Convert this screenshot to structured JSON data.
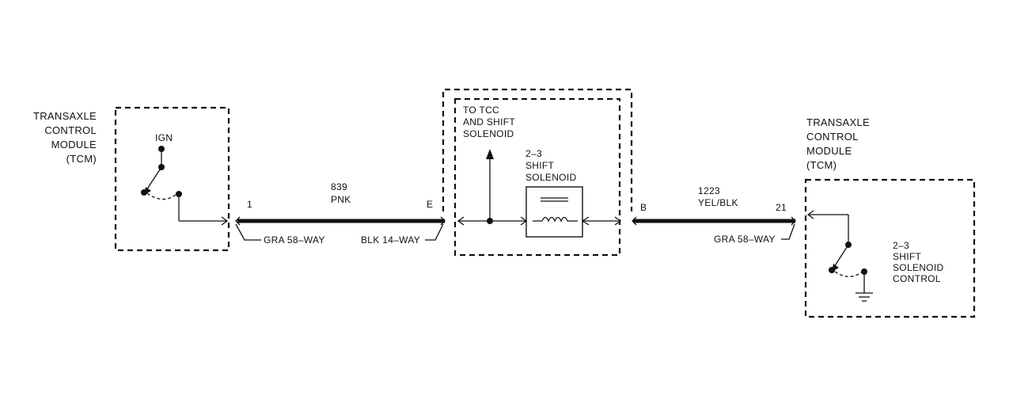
{
  "left_module": {
    "title_lines": [
      "TRANSAXLE",
      "CONTROL",
      "MODULE",
      "(TCM)"
    ],
    "ign_label": "IGN"
  },
  "wire_1": {
    "circuit": "839",
    "color": "PNK",
    "pin_left": "1",
    "pin_right": "E",
    "connector_left": "GRA 58–WAY",
    "connector_right": "BLK 14–WAY"
  },
  "solenoid_box": {
    "note_lines": [
      "TO TCC",
      "AND SHIFT",
      "SOLENOID"
    ],
    "name_lines": [
      "2–3",
      "SHIFT",
      "SOLENOID"
    ]
  },
  "wire_2": {
    "circuit": "1223",
    "color": "YEL/BLK",
    "pin_left": "B",
    "pin_right": "21",
    "connector": "GRA 58–WAY"
  },
  "right_module": {
    "title_lines": [
      "TRANSAXLE",
      "CONTROL",
      "MODULE",
      "(TCM)"
    ],
    "control_lines": [
      "2–3",
      "SHIFT",
      "SOLENOID",
      "CONTROL"
    ]
  }
}
